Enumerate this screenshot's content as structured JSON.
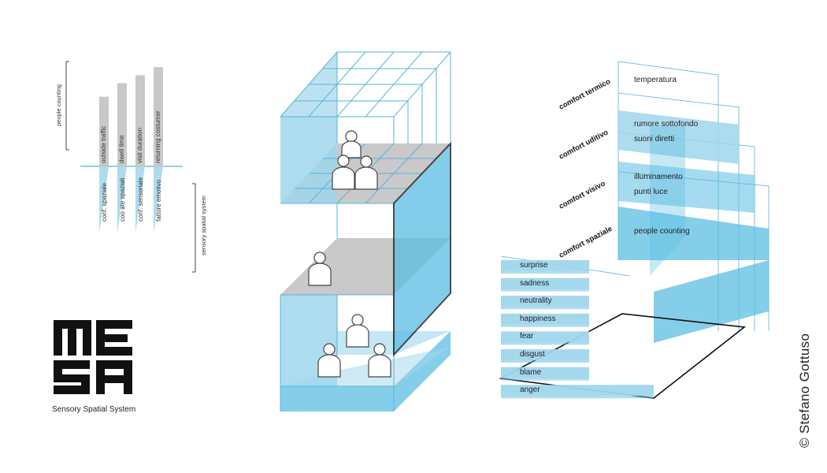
{
  "people_counting": {
    "title": "people counting",
    "bars": [
      "outside traffic",
      "dwell time",
      "visit duration",
      "returning costumer"
    ],
    "levels": [
      0.52,
      0.62,
      0.68,
      0.74
    ]
  },
  "sensory_system": {
    "title": "sensory spatial system",
    "items": [
      "conf. spaziale",
      "coo ate spaziali",
      "conf. sensoriale",
      "fattore emotivo"
    ]
  },
  "logo": {
    "caption": "Sensory Spatial System",
    "letters": "MESA"
  },
  "comfort": [
    {
      "title": "comfort termico",
      "labels": [
        "temperatura"
      ]
    },
    {
      "title": "comfort uditivo",
      "labels": [
        "rumore sottofondo",
        "suoni diretti"
      ]
    },
    {
      "title": "comfort visivo",
      "labels": [
        "illuminamento",
        "punti luce"
      ]
    },
    {
      "title": "comfort spaziale",
      "labels": [
        "people counting"
      ]
    }
  ],
  "emotions": [
    "surprise",
    "sadness",
    "neutrality",
    "happiness",
    "fear",
    "disgust",
    "blame",
    "anger"
  ],
  "copyright": "© Stefano Gottuso",
  "colors": {
    "light_blue": "#9fd6ec",
    "mid_blue": "#5bbde3",
    "line_blue": "#55b5de",
    "gray_bar": "#c8c8c8",
    "gray_floor": "#c9c9c9"
  }
}
